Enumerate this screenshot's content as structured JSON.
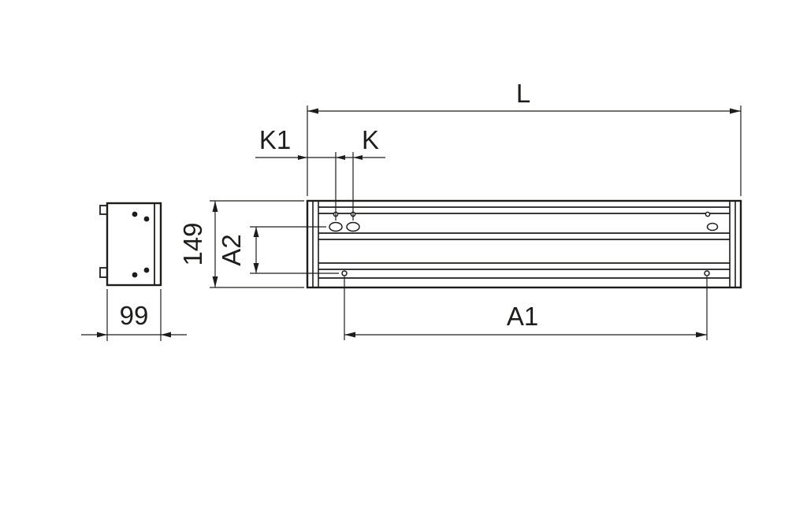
{
  "colors": {
    "background": "#ffffff",
    "ink": "#1d1d1b"
  },
  "drawing": {
    "description_visible_text_only": "technical dimension drawing of a linear unit, end view and side view",
    "dimensions": {
      "L": "L",
      "K1": "K1",
      "K": "K",
      "height": "149",
      "A2": "A2",
      "A1": "A1",
      "depth": "99"
    }
  }
}
